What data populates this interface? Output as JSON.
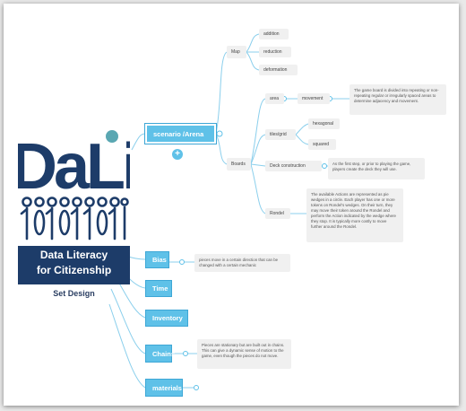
{
  "logo": {
    "brand": "DaLi",
    "banner_line1": "Data Literacy",
    "banner_line2": "for Citizenship",
    "caption": "Set Design"
  },
  "colors": {
    "accent": "#5fc1e8",
    "wire": "#8bcfec",
    "navy": "#1d3c69",
    "teal": "#5aa7b2"
  },
  "nodes": {
    "scenario": "scenario /Arena",
    "map": "Map",
    "addition": "addition",
    "reduction": "reduction",
    "deformation": "deformation",
    "boards": "Boards",
    "area": "area",
    "movement": "movement",
    "movement_note": "The game board is divided into repeating or non-repeating regular or irregularly spaced areas to determine adjacency and movement.",
    "tiles": "tiles/grid",
    "hexagonal": "hexagonal",
    "squared": "squared",
    "deck": "Deck construction",
    "deck_note": "As the first step, or prior to playing the game, players create the deck they will use.",
    "rondel": "Rondel",
    "rondel_note": "The available Actions are represented as pie wedges in a circle. Each player has one or more tokens on Rondel's wedges. On their turn, they may move their token around the Rondel and perform the Action indicated by the wedge where they stop. It is typically more costly to move further around the Rondel.",
    "bias": "Bias",
    "bias_note": "pieces move in a certain direction that can be changed with a certain mechanic",
    "time": "Time",
    "inventory": "Inventory",
    "chains": "Chains",
    "chains_note": "Pieces are stationary but are built out in chains. This can give a dynamic sense of motion to the game, even though the pieces do not move.",
    "materials": "materials"
  },
  "icons": {
    "add": "plus-icon",
    "expand": "circle-expand-icon"
  }
}
